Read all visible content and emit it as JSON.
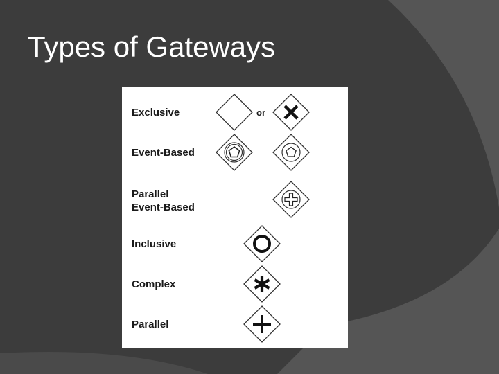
{
  "slide": {
    "title": "Types of Gateways"
  },
  "gateways": {
    "or_text": "or",
    "rows": [
      {
        "label": "Exclusive"
      },
      {
        "label": "Event-Based"
      },
      {
        "label_line1": "Parallel",
        "label_line2": "Event-Based"
      },
      {
        "label": "Inclusive"
      },
      {
        "label": "Complex"
      },
      {
        "label": "Parallel"
      }
    ]
  },
  "colors": {
    "background": "#3c3c3c",
    "arc": "#555555",
    "title_text": "#ffffff",
    "panel": "#ffffff",
    "ink": "#1a1a1a"
  }
}
